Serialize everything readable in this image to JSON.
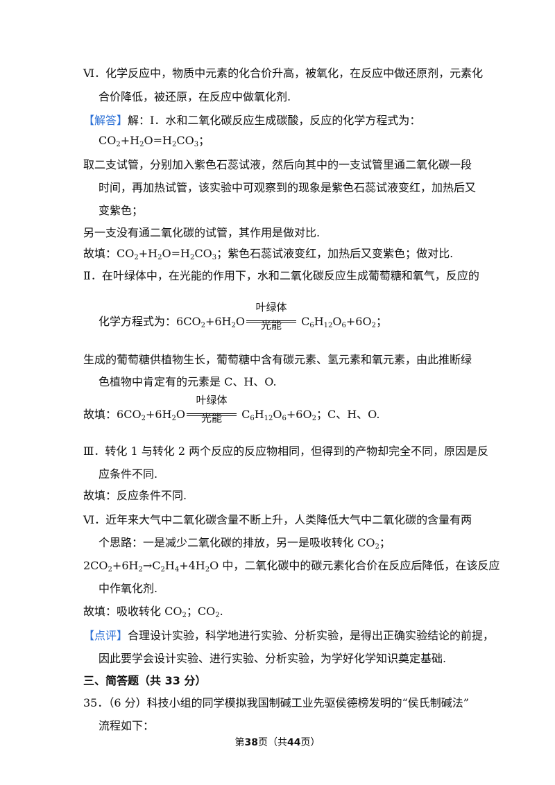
{
  "lines": [
    {
      "id": "p1a",
      "text": "Ⅵ．化学反应中，物质中元素的化合价升高，被氧化，在反应中做还原剂，元素化"
    },
    {
      "id": "p1b",
      "text": "合价降低，被还原，在反应中做氧化剂."
    },
    {
      "id": "p2a_tag",
      "text": "【解答】"
    },
    {
      "id": "p2a",
      "text": "解：Ⅰ．水和二氧化碳反应生成碳酸，反应的化学方程式为："
    },
    {
      "id": "p3a",
      "text": "取二支试管，分别加入紫色石蕊试液，然后向其中的一支试管里通二氧化碳一段"
    },
    {
      "id": "p3b",
      "text": "时间，再加热试管，该实验中可观察到的现象是紫色石蕊试液变红，加热后又"
    },
    {
      "id": "p3c",
      "text": "变紫色；"
    },
    {
      "id": "p4",
      "text": "另一支没有通二氧化碳的试管，其作用是做对比."
    },
    {
      "id": "p5_pre",
      "text": "故填："
    },
    {
      "id": "p5_post",
      "text": "；紫色石蕊试液变红，加热后又变紫色；做对比."
    },
    {
      "id": "p6",
      "text": "Ⅱ．在叶绿体中，在光能的作用下，水和二氧化碳反应生成葡萄糖和氧气，反应的"
    },
    {
      "id": "p7_pre",
      "text": "化学方程式为："
    },
    {
      "id": "p8a",
      "text": "生成的葡萄糖供植物生长，葡萄糖中含有碳元素、氢元素和氧元素，由此推断绿"
    },
    {
      "id": "p8b",
      "text": "色植物中肯定有的元素是 C、H、O."
    },
    {
      "id": "p9_pre",
      "text": "故填："
    },
    {
      "id": "p9_post",
      "text": "；C、H、O."
    },
    {
      "id": "p10a",
      "text": "Ⅲ．转化 1 与转化 2 两个反应的反应物相同，但得到的产物却完全不同，原因是反"
    },
    {
      "id": "p10b",
      "text": "应条件不同."
    },
    {
      "id": "p11",
      "text": "故填：反应条件不同."
    },
    {
      "id": "p12a",
      "text": "Ⅵ．近年来大气中二氧化碳含量不断上升，人类降低大气中二氧化碳的含量有两"
    },
    {
      "id": "p12b_pre",
      "text": "个思路：一是减少二氧化碳的排放，另一是吸收转化 "
    },
    {
      "id": "p13a_post",
      "text": " 中，二氧化碳中的碳元素化合价在反应后降低，在该反应"
    },
    {
      "id": "p13b",
      "text": "中作氧化剂."
    },
    {
      "id": "p14_pre",
      "text": "故填：吸收转化 "
    },
    {
      "id": "p15_tag",
      "text": "【点评】"
    },
    {
      "id": "p15a",
      "text": "合理设计实验，科学地进行实验、分析实验，是得出正确实验结论的前提，"
    },
    {
      "id": "p15b",
      "text": "因此要学会设计实验、进行实验、分析实验，为学好化学知识奠定基础."
    },
    {
      "id": "p16",
      "text": "三、简答题（共 33 分）"
    },
    {
      "id": "p17a",
      "text": "35．（6 分）科技小组的同学模拟我国制碱工业先驱侯德榜发明的“侯氏制碱法”"
    },
    {
      "id": "p17b",
      "text": "流程如下："
    }
  ],
  "rxn": {
    "top": "叶绿体",
    "bottom": "光能"
  },
  "footer": {
    "pre": "第",
    "page": "38",
    "mid": "页（共",
    "total": "44",
    "post": "页）"
  }
}
